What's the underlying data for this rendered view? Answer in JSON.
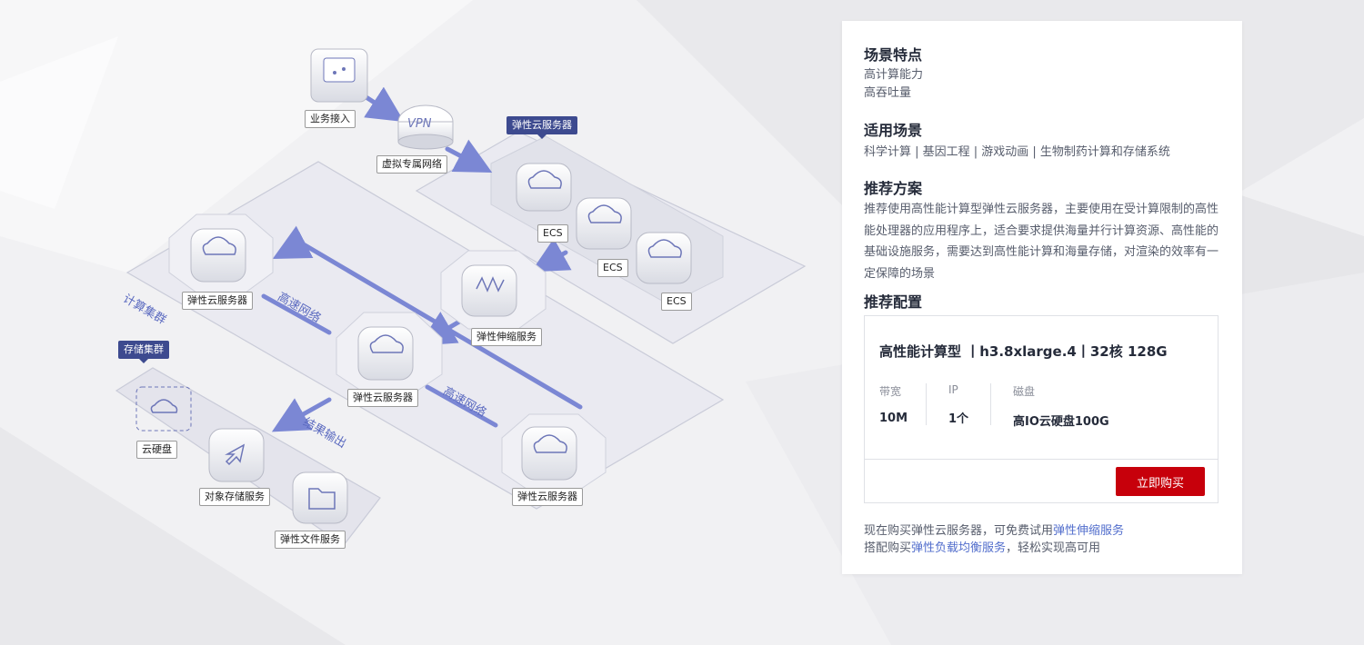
{
  "diagram": {
    "labels": {
      "business_access": "业务接入",
      "vpn_icon_text": "VPN",
      "vpn": "虚拟专属网络",
      "ecs_group_flag": "弹性云服务器",
      "ecs_1": "ECS",
      "ecs_2": "ECS",
      "ecs_3": "ECS",
      "compute_cluster": "计算集群",
      "elastic_server_1": "弹性云服务器",
      "elastic_server_2": "弹性云服务器",
      "elastic_server_3": "弹性云服务器",
      "auto_scaling": "弹性伸缩服务",
      "high_speed_net_1": "高速网络",
      "high_speed_net_2": "高速网络",
      "storage_cluster_flag": "存储集群",
      "result_output": "结果输出",
      "cloud_disk": "云硬盘",
      "object_storage": "对象存储服务",
      "file_service": "弹性文件服务"
    }
  },
  "panel": {
    "features_title": "场景特点",
    "features_line1": "高计算能力",
    "features_line2": "高吞吐量",
    "scenarios_title": "适用场景",
    "scenarios_text": "科学计算 | 基因工程 | 游戏动画 | 生物制药计算和存储系统",
    "solution_title": "推荐方案",
    "solution_text": "推荐使用高性能计算型弹性云服务器，主要使用在受计算限制的高性能处理器的应用程序上，适合要求提供海量并行计算资源、高性能的基础设施服务，需要达到高性能计算和海量存储，对渲染的效率有一定保障的场景",
    "config_title": "推荐配置",
    "config": {
      "name": "高性能计算型 丨h3.8xlarge.4丨32核 128G",
      "bandwidth_label": "带宽",
      "bandwidth_value": "10M",
      "ip_label": "IP",
      "ip_value": "1个",
      "disk_label": "磁盘",
      "disk_value": "高IO云硬盘100G",
      "buy_label": "立即购买"
    },
    "promo1_prefix": "现在购买弹性云服务器，可免费试用",
    "promo1_link": "弹性伸缩服务",
    "promo2_prefix": "搭配购买",
    "promo2_link": "弹性负载均衡服务",
    "promo2_suffix": "，轻松实现高可用"
  },
  "colors": {
    "accent_red": "#c7000b",
    "link_blue": "#526ecc",
    "arrow_blue": "#7b87d4",
    "flag_navy": "#3d4a8f"
  }
}
